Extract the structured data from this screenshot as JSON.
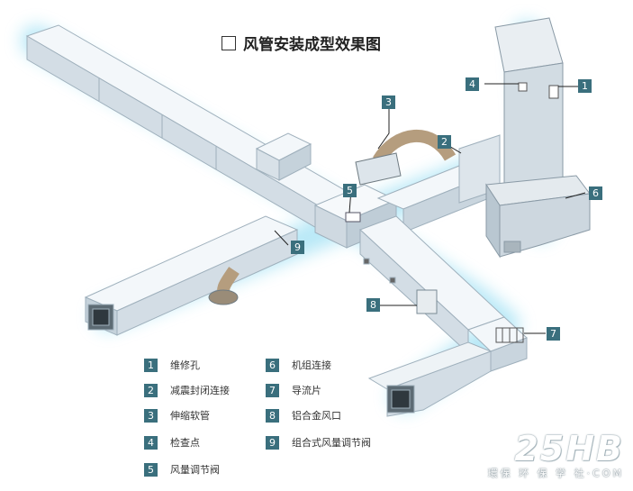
{
  "title": "风管安装成型效果图",
  "callouts": [
    {
      "id": "c1",
      "num": "1"
    },
    {
      "id": "c2",
      "num": "2"
    },
    {
      "id": "c3",
      "num": "3"
    },
    {
      "id": "c4",
      "num": "4"
    },
    {
      "id": "c5",
      "num": "5"
    },
    {
      "id": "c6",
      "num": "6"
    },
    {
      "id": "c7",
      "num": "7"
    },
    {
      "id": "c8",
      "num": "8"
    },
    {
      "id": "c9",
      "num": "9"
    }
  ],
  "legend": [
    {
      "num": "1",
      "label": "维修孔"
    },
    {
      "num": "2",
      "label": "减震封闭连接"
    },
    {
      "num": "3",
      "label": "伸缩软管"
    },
    {
      "num": "4",
      "label": "检查点"
    },
    {
      "num": "5",
      "label": "风量调节阀"
    },
    {
      "num": "6",
      "label": "机组连接"
    },
    {
      "num": "7",
      "label": "导流片"
    },
    {
      "num": "8",
      "label": "铝合金风口"
    },
    {
      "num": "9",
      "label": "组合式风量调节阀"
    }
  ],
  "watermark": {
    "brand": "25HB",
    "sub": "環保 环 保 学 社·COM"
  },
  "colors": {
    "callout": "#3a6f7d",
    "duct_top": "#f2f6f9",
    "duct_side": "#c9d5de",
    "glow": "#7fd6f0"
  }
}
